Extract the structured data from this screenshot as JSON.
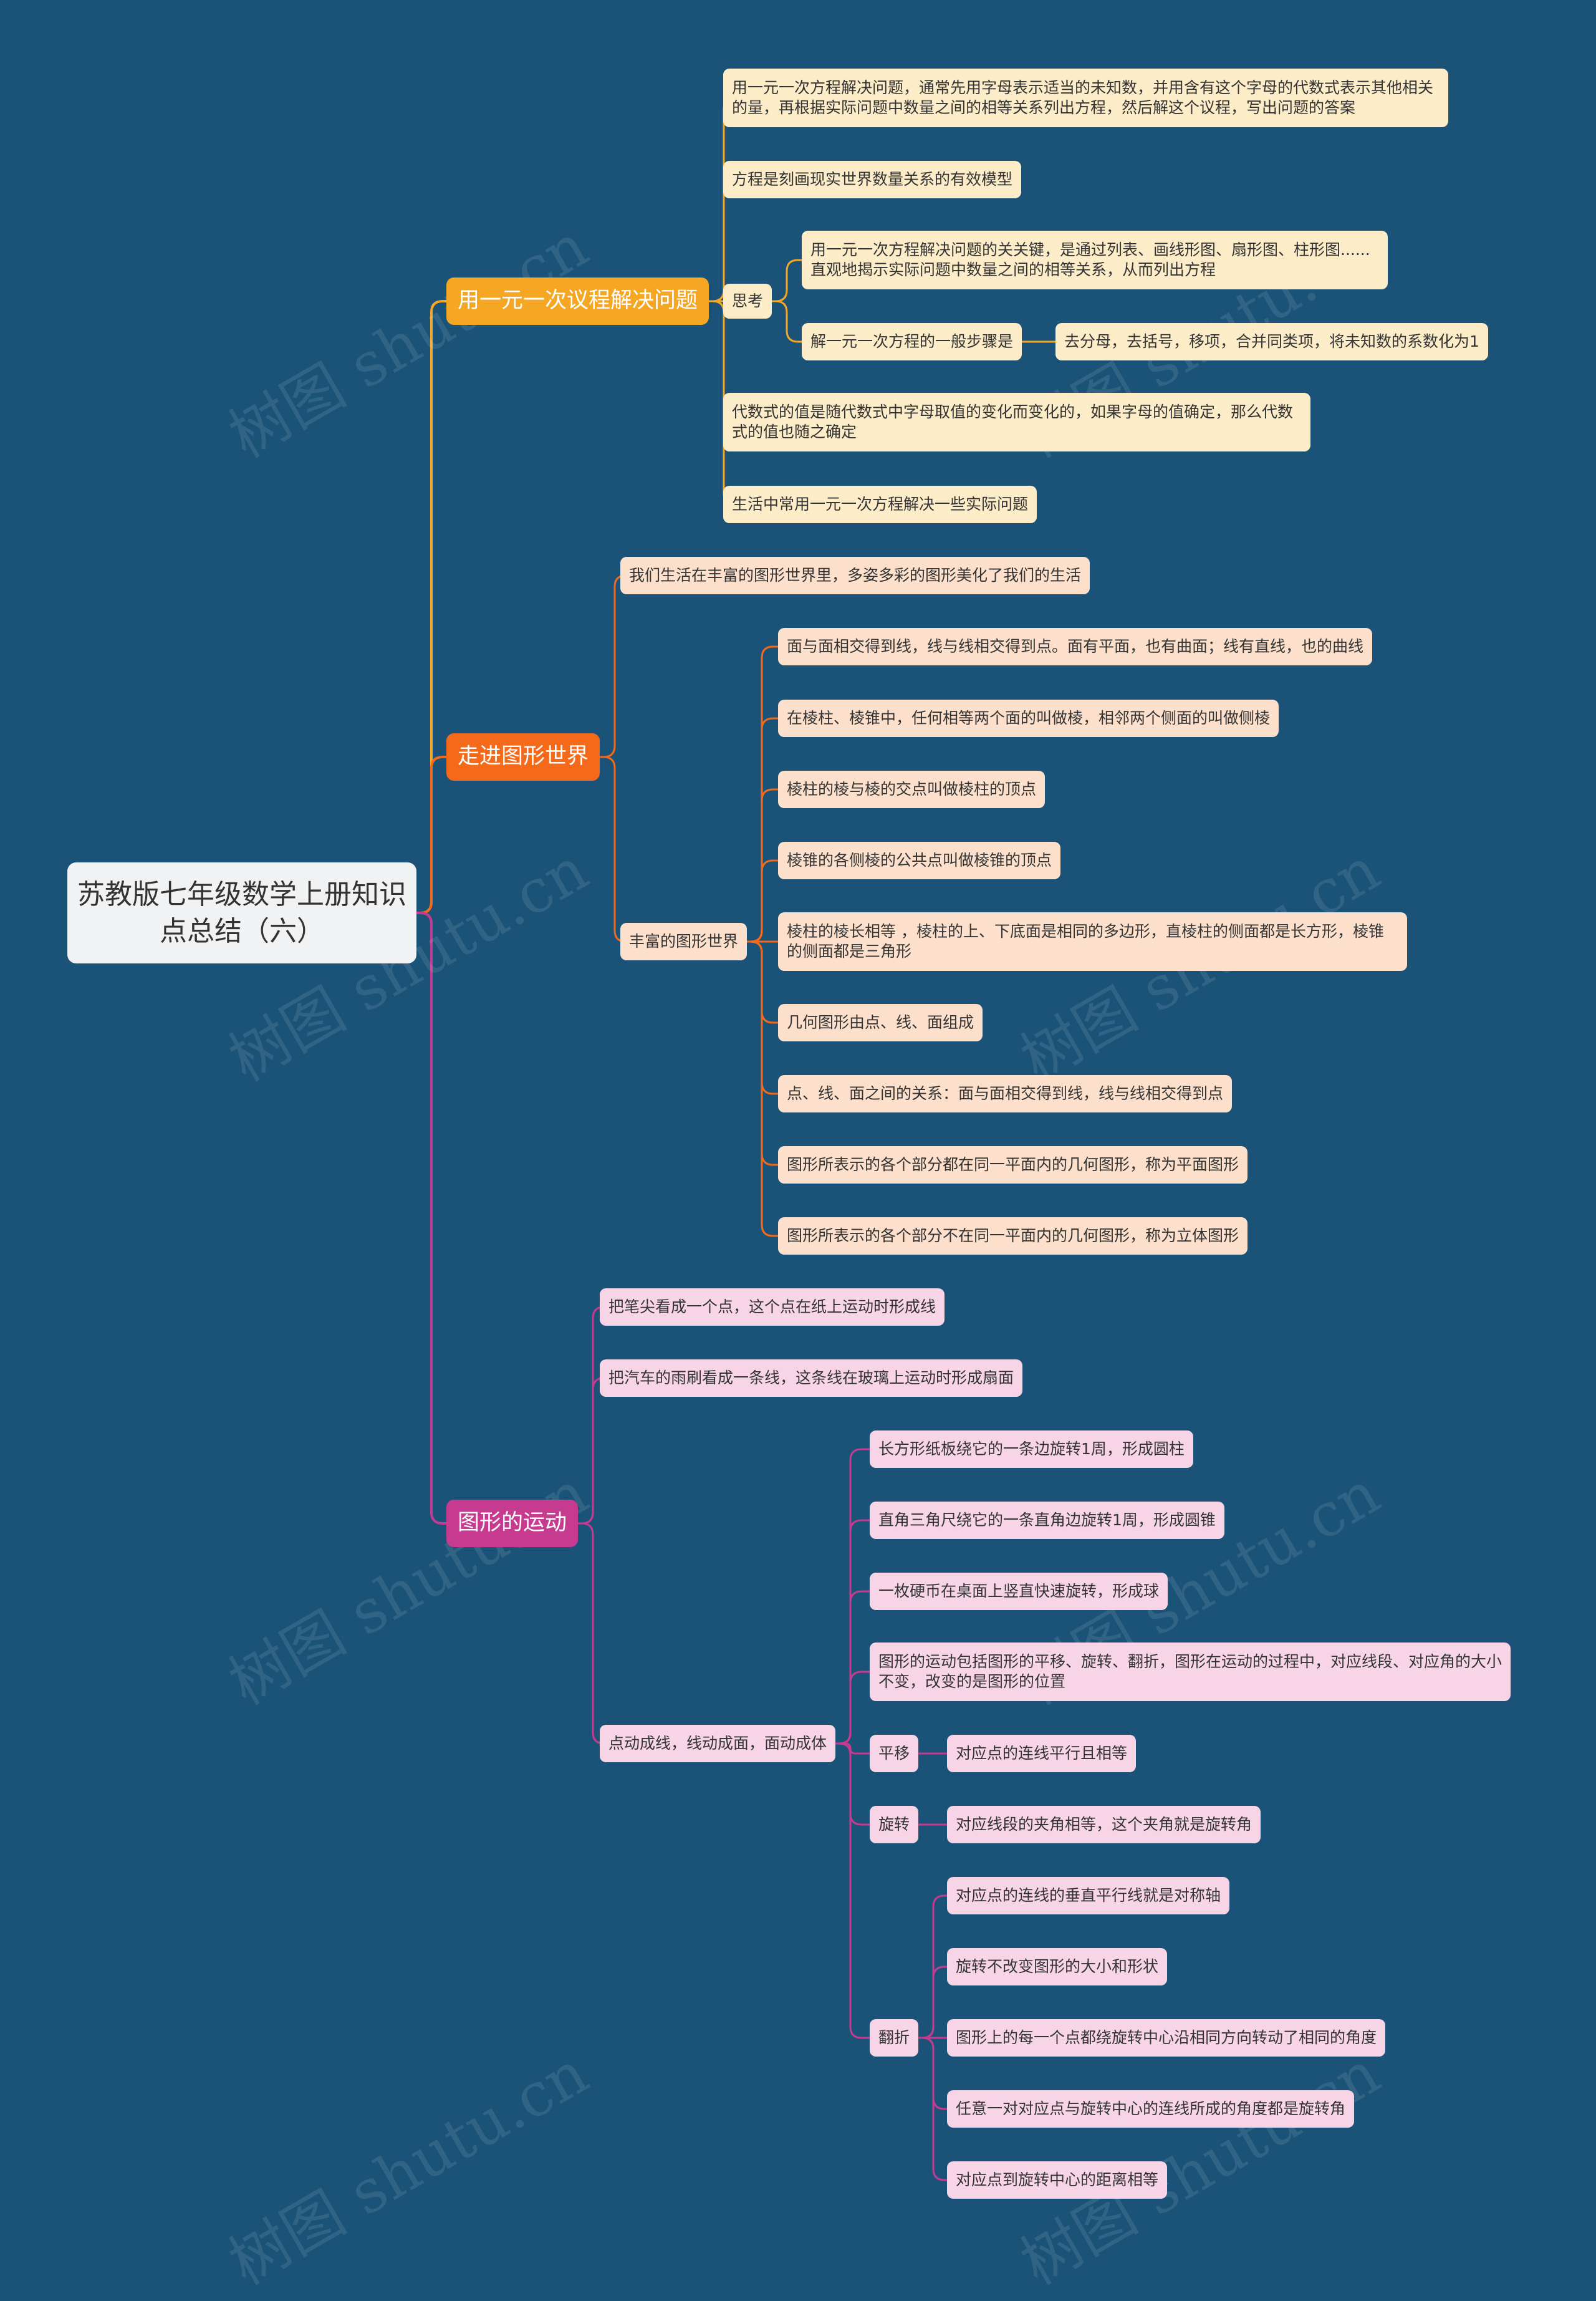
{
  "root": {
    "title": "苏教版七年级数学上册知识点总结（六）"
  },
  "colors": {
    "background": "#1a5278",
    "branch1": "#f5a623",
    "branch2": "#f56a1a",
    "branch3": "#c63a90"
  },
  "watermark": "树图 shutu.cn",
  "branches": [
    {
      "label": "用一元一次议程解决问题",
      "items": [
        "用一元一次方程解决问题，通常先用字母表示适当的未知数，并用含有这个字母的代数式表示其他相关的量，再根据实际问题中数量之间的相等关系列出方程，然后解这个议程，写出问题的答案",
        "方程是刻画现实世界数量关系的有效模型",
        "思考",
        "用一元一次方程解决问题的关关键，是通过列表、画线形图、扇形图、柱形图......直观地揭示实际问题中数量之间的相等关系，从而列出方程",
        "解一元一次方程的一般步骤是",
        "去分母，去括号，移项，合并同类项，将未知数的系数化为1",
        "代数式的值是随代数式中字母取值的变化而变化的，如果字母的值确定，那么代数式的值也随之确定",
        "生活中常用一元一次方程解决一些实际问题"
      ]
    },
    {
      "label": "走进图形世界",
      "items": [
        "我们生活在丰富的图形世界里，多姿多彩的图形美化了我们的生活",
        "丰富的图形世界",
        "面与面相交得到线，线与线相交得到点。面有平面，也有曲面；线有直线，也的曲线",
        "在棱柱、棱锥中，任何相等两个面的叫做棱，相邻两个侧面的叫做侧棱",
        "棱柱的棱与棱的交点叫做棱柱的顶点",
        "棱锥的各侧棱的公共点叫做棱锥的顶点",
        "棱柱的棱长相等 ，棱柱的上、下底面是相同的多边形，直棱柱的侧面都是长方形，棱锥的侧面都是三角形",
        "几何图形由点、线、面组成",
        "点、线、面之间的关系：面与面相交得到线，线与线相交得到点",
        "图形所表示的各个部分都在同一平面内的几何图形，称为平面图形",
        "图形所表示的各个部分不在同一平面内的几何图形，称为立体图形"
      ]
    },
    {
      "label": "图形的运动",
      "items": [
        "把笔尖看成一个点，这个点在纸上运动时形成线",
        "把汽车的雨刷看成一条线，这条线在玻璃上运动时形成扇面",
        "点动成线，线动成面，面动成体",
        "长方形纸板绕它的一条边旋转1周，形成圆柱",
        "直角三角尺绕它的一条直角边旋转1周，形成圆锥",
        "一枚硬币在桌面上竖直快速旋转，形成球",
        "图形的运动包括图形的平移、旋转、翻折，图形在运动的过程中，对应线段、对应角的大小不变，改变的是图形的位置",
        "平移",
        "对应点的连线平行且相等",
        "旋转",
        "对应线段的夹角相等，这个夹角就是旋转角",
        "翻折",
        "对应点的连线的垂直平行线就是对称轴",
        "旋转不改变图形的大小和形状",
        "图形上的每一个点都绕旋转中心沿相同方向转动了相同的角度",
        "任意一对对应点与旋转中心的连线所成的角度都是旋转角",
        "对应点到旋转中心的距离相等"
      ]
    }
  ]
}
